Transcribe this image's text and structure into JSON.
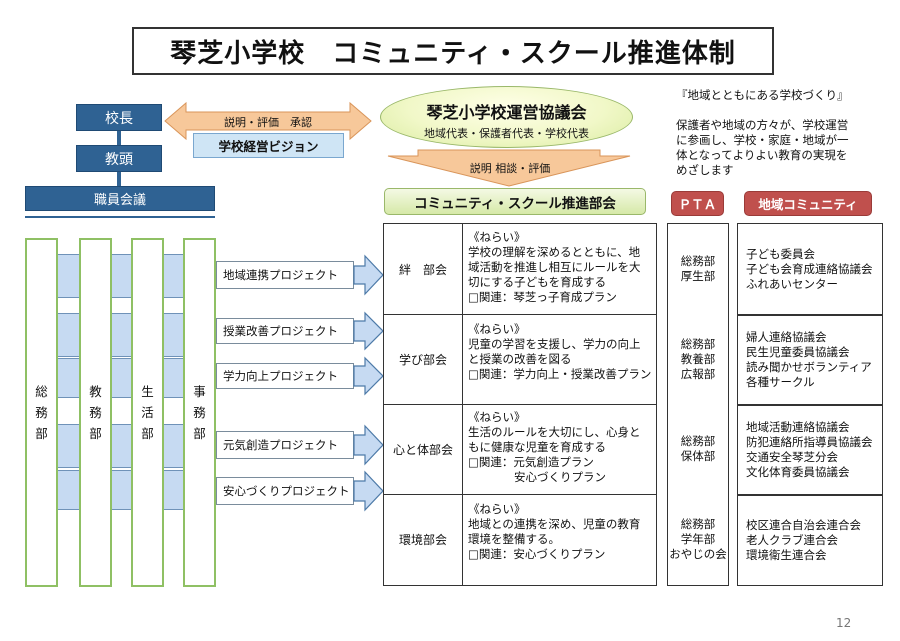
{
  "title": "琴芝小学校　コミュニティ・スクール推進体制",
  "principal": "校長",
  "vice_principal": "教頭",
  "staff_meeting": "職員会議",
  "arrow_explain_label": "説明・評価　承認",
  "vision_label": "学校経営ビジョン",
  "council": {
    "title": "琴芝小学校運営協議会",
    "members": "地域代表・保護者代表・学校代表"
  },
  "consult_label": "説明 相談・評価",
  "slogan": "『地域とともにある学校づくり』",
  "note_lines": [
    "保護者や地域の方々が、学校運営",
    "に参画し、学校・家庭・地域が一",
    "体となってよりよい教育の実現を",
    "めざします"
  ],
  "css_header": "コミュニティ・スクール推進部会",
  "pta_header": "ＰＴＡ",
  "community_header": "地域コミュニティ",
  "departments": [
    {
      "chars": [
        "総",
        "務",
        "部"
      ]
    },
    {
      "chars": [
        "教",
        "務",
        "部"
      ]
    },
    {
      "chars": [
        "生",
        "活",
        "部"
      ]
    },
    {
      "chars": [
        "事",
        "務",
        "部"
      ]
    }
  ],
  "projects": [
    "地域連携プロジェクト",
    "授業改善プロジェクト",
    "学力向上プロジェクト",
    "元気創造プロジェクト",
    "安心づくりプロジェクト"
  ],
  "subcommittees": [
    {
      "name": "絆　部会",
      "aim_lines": [
        "《ねらい》",
        "学校の理解を深めるとともに、地",
        "域活動を推進し相互にルールを大",
        "切にする子どもを育成する",
        "□関連：琴芝っ子育成プラン"
      ],
      "pta_lines": [
        "総務部",
        "厚生部"
      ],
      "community_lines": [
        "子ども委員会",
        "子ども会育成連絡協議会",
        "ふれあいセンター"
      ]
    },
    {
      "name": "学び部会",
      "aim_lines": [
        "《ねらい》",
        "児童の学習を支援し、学力の向上",
        "と授業の改善を図る",
        "□関連：学力向上・授業改善プラン"
      ],
      "pta_lines": [
        "総務部",
        "教養部",
        "広報部"
      ],
      "community_lines": [
        "婦人連絡協議会",
        "民生児童委員協議会",
        "読み聞かせボランティア",
        "各種サークル"
      ]
    },
    {
      "name": "心と体部会",
      "aim_lines": [
        "《ねらい》",
        "生活のルールを大切にし、心身と",
        "もに健康な児童を育成する",
        "□関連：元気創造プラン",
        "　　　　安心づくりプラン"
      ],
      "pta_lines": [
        "総務部",
        "保体部"
      ],
      "community_lines": [
        "地域活動連絡協議会",
        "防犯連絡所指導員協議会",
        "交通安全琴芝分会",
        "文化体育委員協議会"
      ]
    },
    {
      "name": "環境部会",
      "aim_lines": [
        "《ねらい》",
        "地域との連携を深め、児童の教育",
        "環境を整備する。",
        "□関連：安心づくりプラン"
      ],
      "pta_lines": [
        "総務部",
        "学年部",
        "おやじの会"
      ],
      "community_lines": [
        "校区連合自治会連合会",
        "老人クラブ連合会",
        "環境衛生連合会"
      ]
    }
  ],
  "page_number": "12",
  "colors": {
    "navy": "#2f6293",
    "light_blue": "#c6daf2",
    "green_border": "#8fc064",
    "red_header": "#c0504d",
    "orange_arrow": "#f7c89a"
  }
}
